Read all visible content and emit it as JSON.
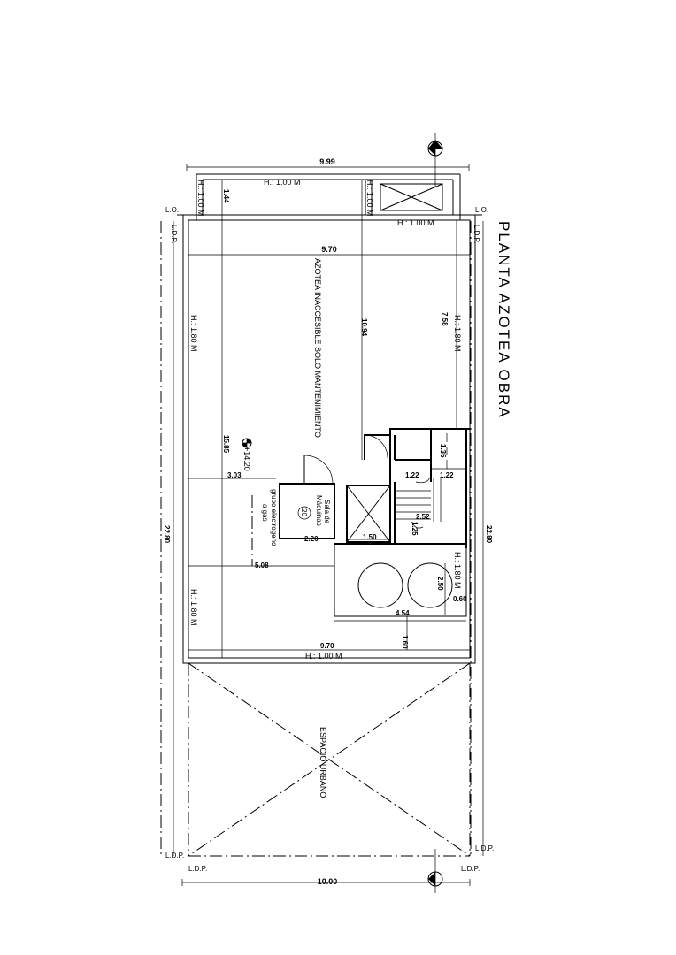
{
  "title": "PLANTA AZOTEA OBRA",
  "labels": {
    "roof_note": "AZOTEA INACCESIBLE SOLO MANTENIMIENTO",
    "machine_room_1": "Sala de",
    "machine_room_2": "Máquinas",
    "machine_room_num": "20",
    "generator_1": "grupo electrogeno",
    "generator_2": "a gas",
    "urban_space": "ESPACIO URBANO",
    "level": "+14.20",
    "lo_left": "L.O.",
    "lo_right": "L.O.",
    "ldp_left_top": "L.D.P.",
    "ldp_right_top": "L.D.P.",
    "ldp_left_bottom": "L.D.P.",
    "ldp_right_bottom": "L.D.P.",
    "ldp_bottom_left": "L.D.P.",
    "ldp_bottom_right": "L.D.P."
  },
  "parapets": {
    "top_left": "H.: 1.00 M",
    "side_left_1": "H.: 1.00 M",
    "side_left_2": "H.: 1.00 M",
    "top_right": "H.: 1.00 M",
    "left_upper": "H.: 1.80 M",
    "left_lower": "H.: 1.80 M",
    "right_upper": "H.: 1.80 M",
    "right_lower": "H.: 1.80 M",
    "bottom": "H.: 1.00 M"
  },
  "dimensions": {
    "top_width": "9.99",
    "inner_width_top": "9.70",
    "inner_width_bottom": "9.70",
    "total_length_left": "22.80",
    "total_length_right": "22.80",
    "bottom_width": "10.00",
    "d_1_44": "1.44",
    "d_10_94": "10.94",
    "d_7_58": "7.58",
    "d_15_85": "15.85",
    "d_3_03": "3.03",
    "d_1_35": "1.35",
    "d_1_22a": "1.22",
    "d_1_22b": "1.22",
    "d_2_52": "2.52",
    "d_1_25": "1.25",
    "d_2_20": "2.20",
    "d_1_50": "1.50",
    "d_5_08": "5.08",
    "d_2_50": "2.50",
    "d_0_60": "0.60",
    "d_4_54": "4.54",
    "d_1_60": "1.60"
  }
}
